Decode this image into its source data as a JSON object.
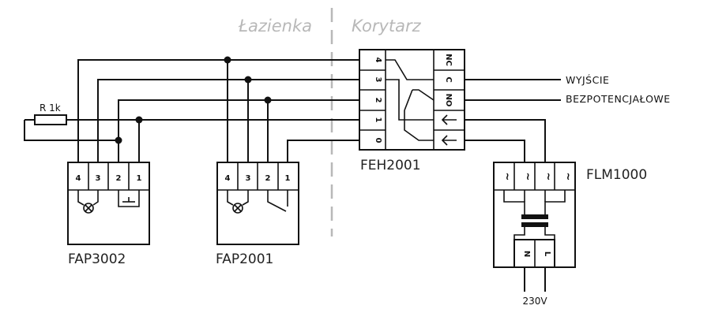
{
  "zones": {
    "left": "Łazienka",
    "right": "Korytarz"
  },
  "resistor": {
    "label": "R 1k"
  },
  "devices": {
    "fap3002": {
      "label": "FAP3002",
      "terminals": [
        "4",
        "3",
        "2",
        "1"
      ]
    },
    "fap2001": {
      "label": "FAP2001",
      "terminals": [
        "4",
        "3",
        "2",
        "1"
      ]
    },
    "feh2001": {
      "label": "FEH2001",
      "left_terminals": [
        "4",
        "3",
        "2",
        "1",
        "0"
      ],
      "right_terminals": [
        "NC",
        "C",
        "NO"
      ]
    },
    "flm1000": {
      "label": "FLM1000",
      "terminals": [
        "~",
        "~",
        "~",
        "~"
      ],
      "power_terminals": [
        "N",
        "L"
      ]
    }
  },
  "output": {
    "line1": "WYJŚCIE",
    "line2": "BEZPOTENCJAŁOWE"
  },
  "supply": {
    "label": "230V"
  }
}
